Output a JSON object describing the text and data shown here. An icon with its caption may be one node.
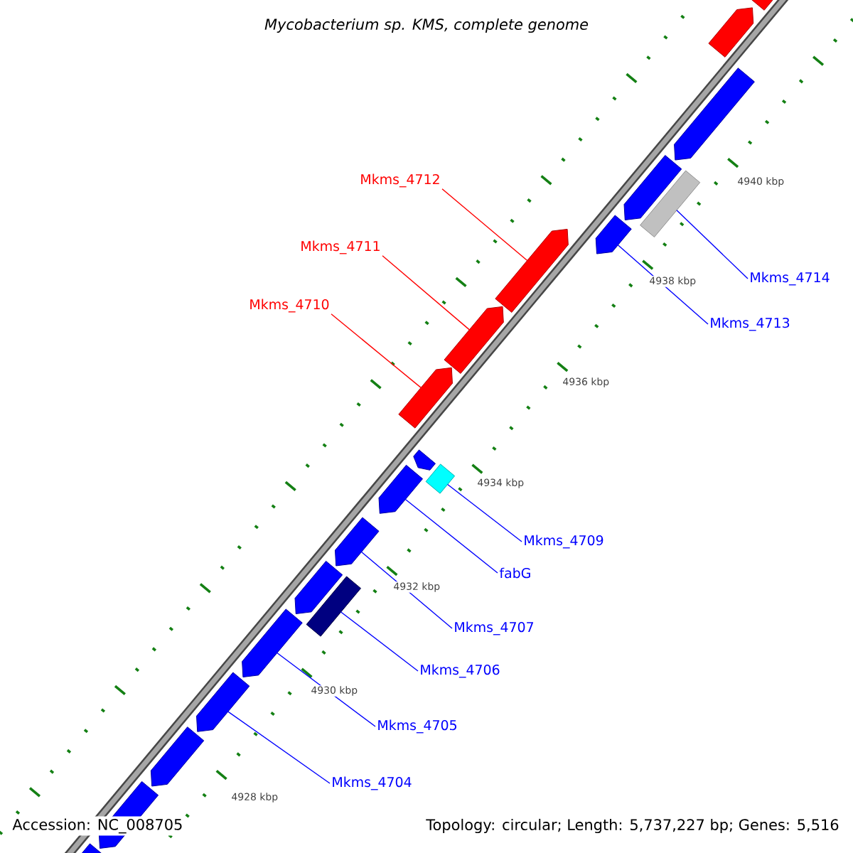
{
  "diagram": {
    "title": "Mycobacterium sp. KMS, complete genome",
    "nodes": [
      {
        "text": [
          "Mkms_4712"
        ]
      },
      {
        "text": [],
        "shape": "arrow"
      },
      {
        "text": [
          "Mkms_4711"
        ]
      },
      {
        "text": [],
        "shape": "arrow"
      },
      {
        "text": [
          "Mkms_4710"
        ]
      },
      {
        "text": [],
        "shape": "arrow"
      },
      {
        "text": [
          "Mkms_4714"
        ]
      },
      {
        "text": [],
        "shape": "box"
      },
      {
        "text": [
          "Mkms_4713"
        ]
      },
      {
        "text": [],
        "shape": "arrow"
      },
      {
        "text": [
          "Mkms_4709"
        ]
      },
      {
        "text": [],
        "shape": "box"
      },
      {
        "text": [
          "fabG"
        ]
      },
      {
        "text": [],
        "shape": "arrow"
      },
      {
        "text": [
          "Mkms_4707"
        ]
      },
      {
        "text": [],
        "shape": "arrow"
      },
      {
        "text": [
          "Mkms_4706"
        ]
      },
      {
        "text": [],
        "shape": "box"
      },
      {
        "text": [
          "Mkms_4705"
        ]
      },
      {
        "text": [],
        "shape": "arrow"
      },
      {
        "text": [
          "Mkms_4704"
        ]
      },
      {
        "text": [],
        "shape": "arrow"
      },
      {
        "text": [],
        "shape": "arrow"
      },
      {
        "text": [],
        "shape": "arrow"
      },
      {
        "text": [],
        "shape": "arrow"
      },
      {
        "text": [],
        "shape": "arrow"
      },
      {
        "text": [],
        "shape": "arrow"
      },
      {
        "text": [],
        "shape": "arrow"
      },
      {
        "text": [],
        "shape": "arrow"
      },
      {
        "text": [],
        "shape": "arrow"
      },
      {
        "text": [],
        "shape": "arrow"
      }
    ],
    "edges": [
      {
        "from": 0,
        "to": 1,
        "arrow": "none",
        "color": "#ff0000"
      },
      {
        "from": 2,
        "to": 3,
        "arrow": "none",
        "color": "#ff0000"
      },
      {
        "from": 4,
        "to": 5,
        "arrow": "none",
        "color": "#ff0000"
      },
      {
        "from": 6,
        "to": 7,
        "arrow": "none"
      },
      {
        "from": 8,
        "to": 9,
        "arrow": "none"
      },
      {
        "from": 10,
        "to": 11,
        "arrow": "none"
      },
      {
        "from": 12,
        "to": 13,
        "arrow": "none"
      },
      {
        "from": 14,
        "to": 15,
        "arrow": "none"
      },
      {
        "from": 16,
        "to": 17,
        "arrow": "none"
      },
      {
        "from": 18,
        "to": 19,
        "arrow": "none"
      },
      {
        "from": 20,
        "to": 21,
        "arrow": "none"
      }
    ],
    "labels": [
      "4940 kbp",
      "4938 kbp",
      "4936 kbp",
      "4934 kbp",
      "4932 kbp",
      "4930 kbp",
      "4928 kbp",
      "Accession: NC_008705",
      "Topology: circular; Length: 5,737,227 bp; Genes: 5,516"
    ]
  }
}
